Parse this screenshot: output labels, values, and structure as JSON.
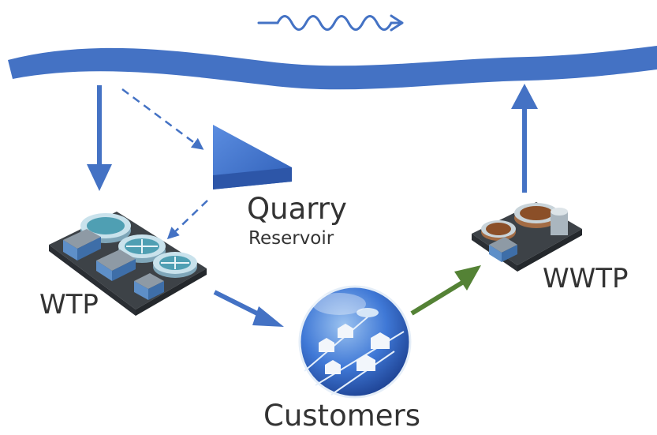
{
  "labels": {
    "quarry": "Quarry",
    "reservoir": "Reservoir",
    "wtp": "WTP",
    "wwtp": "WWTP",
    "customers": "Customers"
  },
  "icons": {
    "river": "river-band",
    "flow_direction": "wavy-arrow-icon",
    "quarry": "quarry-reservoir-icon",
    "wtp": "water-treatment-plant-icon",
    "wwtp": "wastewater-treatment-plant-icon",
    "customers": "customers-globe-icon"
  },
  "colors": {
    "water": "#4472C4",
    "return_flow": "#548235",
    "text": "#333333"
  }
}
